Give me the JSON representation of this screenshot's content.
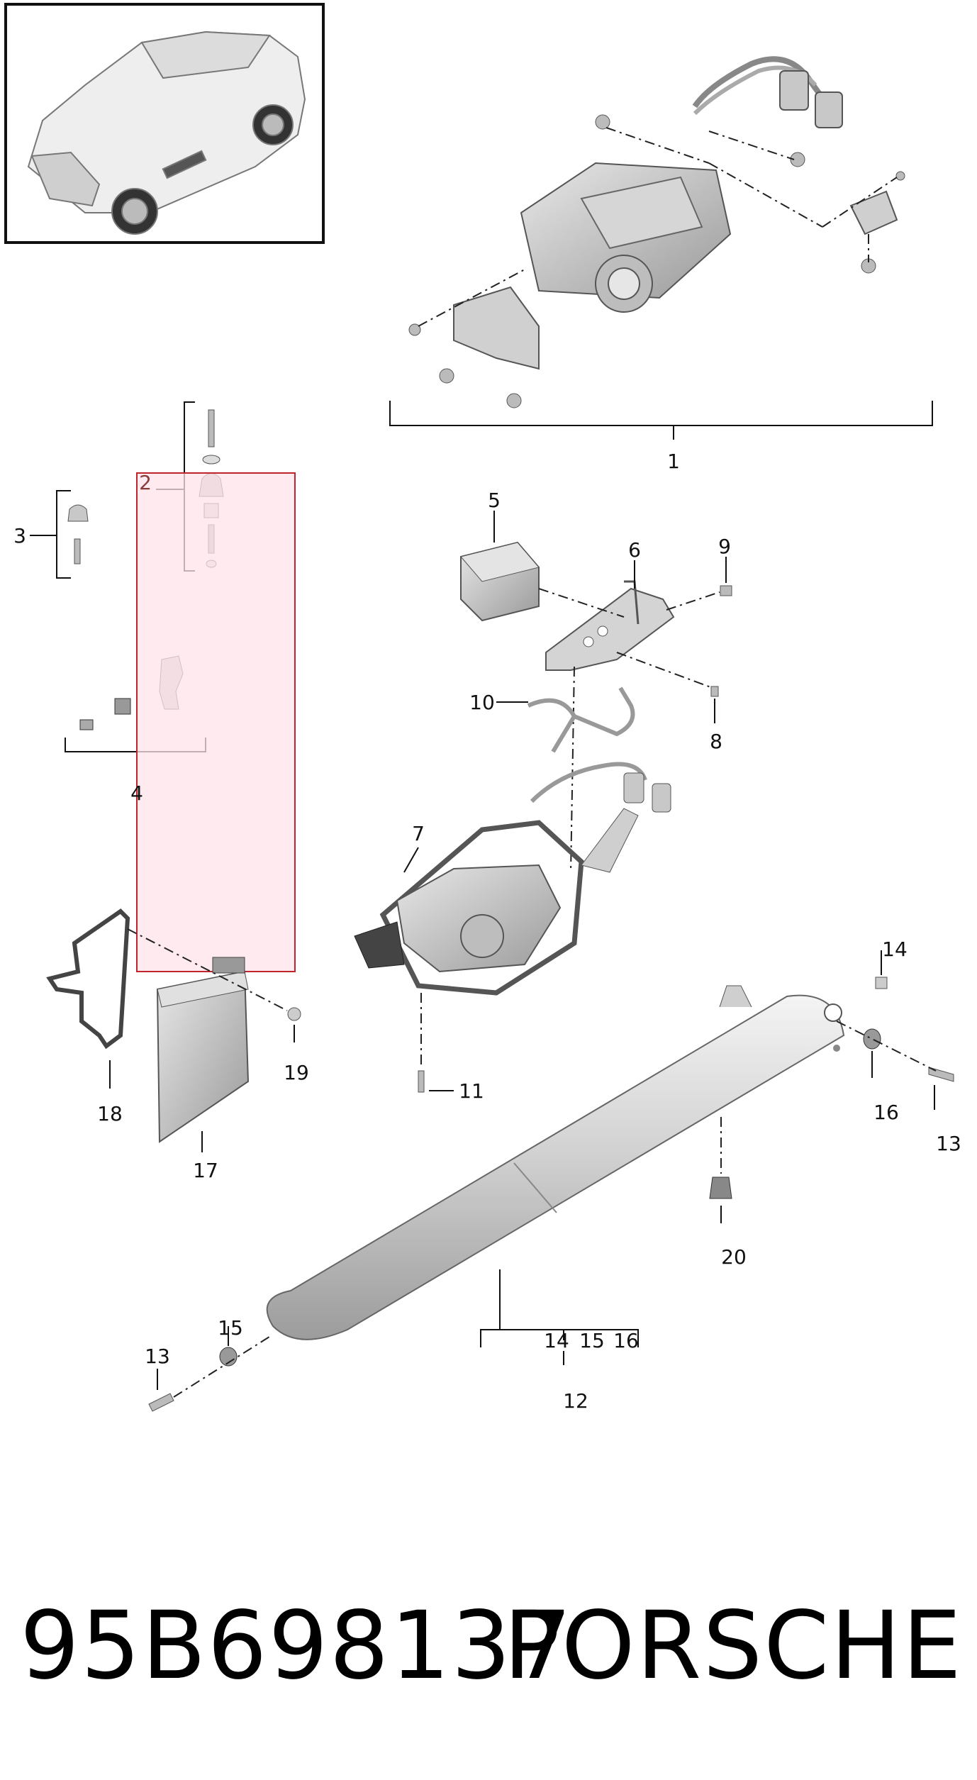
{
  "callouts": {
    "c1": "1",
    "c2": "2",
    "c3": "3",
    "c4": "4",
    "c5": "5",
    "c6": "6",
    "c7": "7",
    "c8": "8",
    "c9": "9",
    "c10": "10",
    "c11": "11",
    "c12": "12",
    "c13a": "13",
    "c13b": "13",
    "c14a": "14",
    "c14b": "14",
    "c15a": "15",
    "c15b": "15",
    "c16a": "16",
    "c16b": "16",
    "c17": "17",
    "c18": "18",
    "c19": "19",
    "c20": "20"
  },
  "footer": {
    "part_number": "95B698137",
    "brand": "PORSCHE"
  },
  "colors": {
    "highlight_fill": "#ffe3ea",
    "highlight_stroke": "#c0242c",
    "part_gray": "#c9c9c9",
    "line": "#222222"
  },
  "icons": {
    "thumbnail": "suv-car-icon"
  }
}
